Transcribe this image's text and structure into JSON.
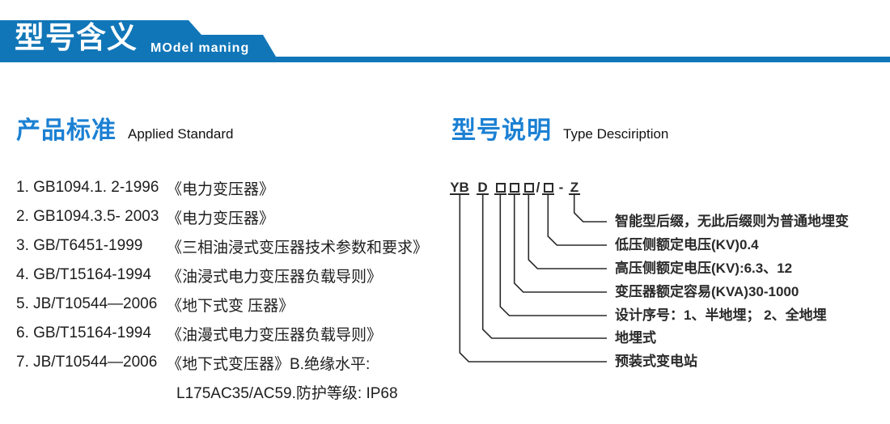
{
  "banner": {
    "title": "型号含义",
    "subtitle": "MOdel maning"
  },
  "sections": {
    "standards": {
      "heading_zh": "产品标准",
      "heading_en": "Applied Standard",
      "items": [
        {
          "code": "1. GB1094.1. 2-1996",
          "title": "《电力变压器》"
        },
        {
          "code": "2. GB1094.3.5- 2003",
          "title": "《电力变压器》"
        },
        {
          "code": "3. GB/T6451-1999",
          "title": "《三相油浸式变压器技术参数和要求》"
        },
        {
          "code": "4. GB/T15164-1994",
          "title": "《油浸式电力变压器负载导则》"
        },
        {
          "code": "5. JB/T10544—2006",
          "title": "《地下式变 压器》"
        },
        {
          "code": "6. GB/T15164-1994",
          "title": "《油漫式电力变压器负载导则》"
        },
        {
          "code": "7. JB/T10544—2006",
          "title": "《地下式变压器》B.绝缘水平:",
          "title2": "L175AC35/AC59.防护等级: IP68"
        }
      ]
    },
    "model": {
      "heading_zh": "型号说明",
      "heading_en": "Type Desciription",
      "code": {
        "yb": "YB",
        "d": "D",
        "slash": "/",
        "dash": "-",
        "z": "Z",
        "boxes": 4
      },
      "labels": [
        "智能型后缀，无此后缀则为普通地埋变",
        "低压侧额定电压(KV)0.4",
        "高压侧额定电压(KV):6.3、12",
        "变压器额定容易(KVA)30-1000",
        "设计序号：1、半地埋； 2、全地埋",
        "地埋式",
        "预装式变电站"
      ]
    }
  },
  "colors": {
    "banner_blue": "#1176b8",
    "heading_blue": "#1b80d3",
    "text": "#1d1d1d",
    "line": "#2a2a2a"
  }
}
